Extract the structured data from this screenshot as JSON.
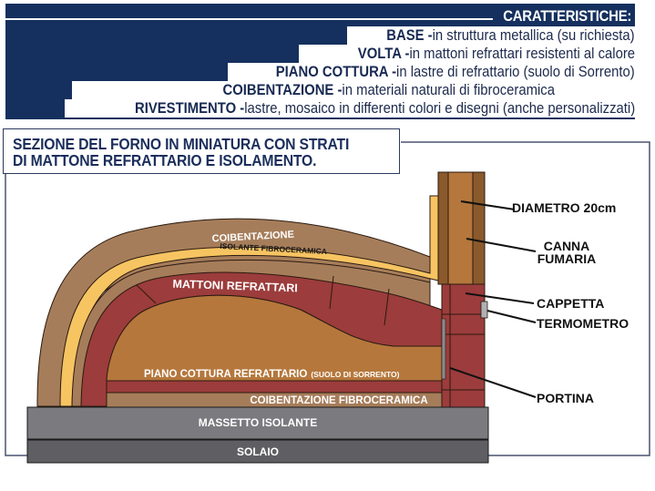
{
  "header": {
    "title": "CARATTERISTICHE:",
    "rows": [
      {
        "key": "BASE -",
        "text": " in struttura metallica (su richiesta)"
      },
      {
        "key": "VOLTA -",
        "text": " in mattoni refrattari resistenti al calore"
      },
      {
        "key": "PIANO COTTURA -",
        "text": " in lastre di refrattario (suolo di Sorrento)"
      },
      {
        "key": "COIBENTAZIONE -",
        "text": " in materiali naturali di fibroceramica"
      },
      {
        "key": "RIVESTIMENTO -",
        "text": " lastre, mosaico in differenti colori e disegni (anche personalizzati)"
      }
    ]
  },
  "section": {
    "title_line1": "SEZIONE DEL FORNO IN MINIATURA CON STRATI",
    "title_line2": "DI MATTONE REFRATTARIO E ISOLAMENTO."
  },
  "diagram": {
    "layers": {
      "coibentazione_top": "COIBENTAZIONE",
      "isolante": "ISOLANTE FIBROCERAMICA",
      "mattoni": "MATTONI REFRATTARI",
      "piano_cottura": "PIANO COTTURA REFRATTARIO",
      "piano_cottura_note": "(SUOLO DI SORRENTO)",
      "coibentazione_base": "COIBENTAZIONE FIBROCERAMICA",
      "massetto": "MASSETTO ISOLANTE",
      "solaio": "SOLAIO"
    },
    "callouts": {
      "diametro": "DIAMETRO 20cm",
      "canna_1": "CANNA",
      "canna_2": "FUMARIA",
      "cappetta": "CAPPETTA",
      "termometro": "TERMOMETRO",
      "portina": "PORTINA"
    },
    "colors": {
      "navy": "#15305e",
      "coibentazione": "#a67d5a",
      "isolante": "#f7c462",
      "mattoni": "#9c3c3c",
      "interno": "#b5773c",
      "canna_dark": "#8a5a2c",
      "massetto": "#7b7b7f",
      "solaio": "#5f5f63"
    }
  }
}
